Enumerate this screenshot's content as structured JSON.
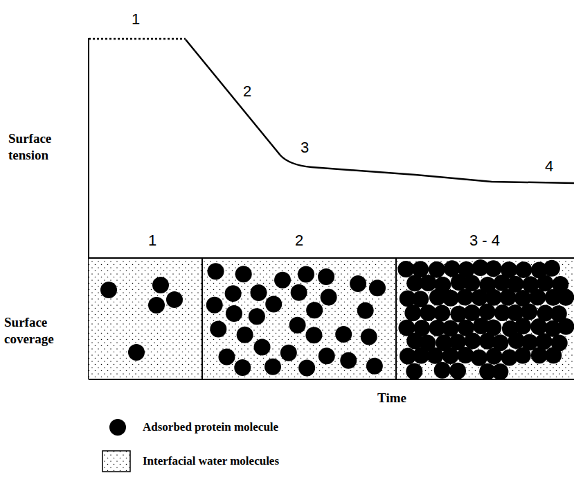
{
  "diagram": {
    "labels": [
      "1",
      "2",
      "3",
      "4",
      "Surface tension",
      "1",
      "2",
      "3 - 4",
      "Surface coverage",
      "Time"
    ],
    "legend": [
      {
        "text": "Adsorbed protein molecule"
      },
      {
        "text": "Interfacial water molecules"
      }
    ]
  }
}
